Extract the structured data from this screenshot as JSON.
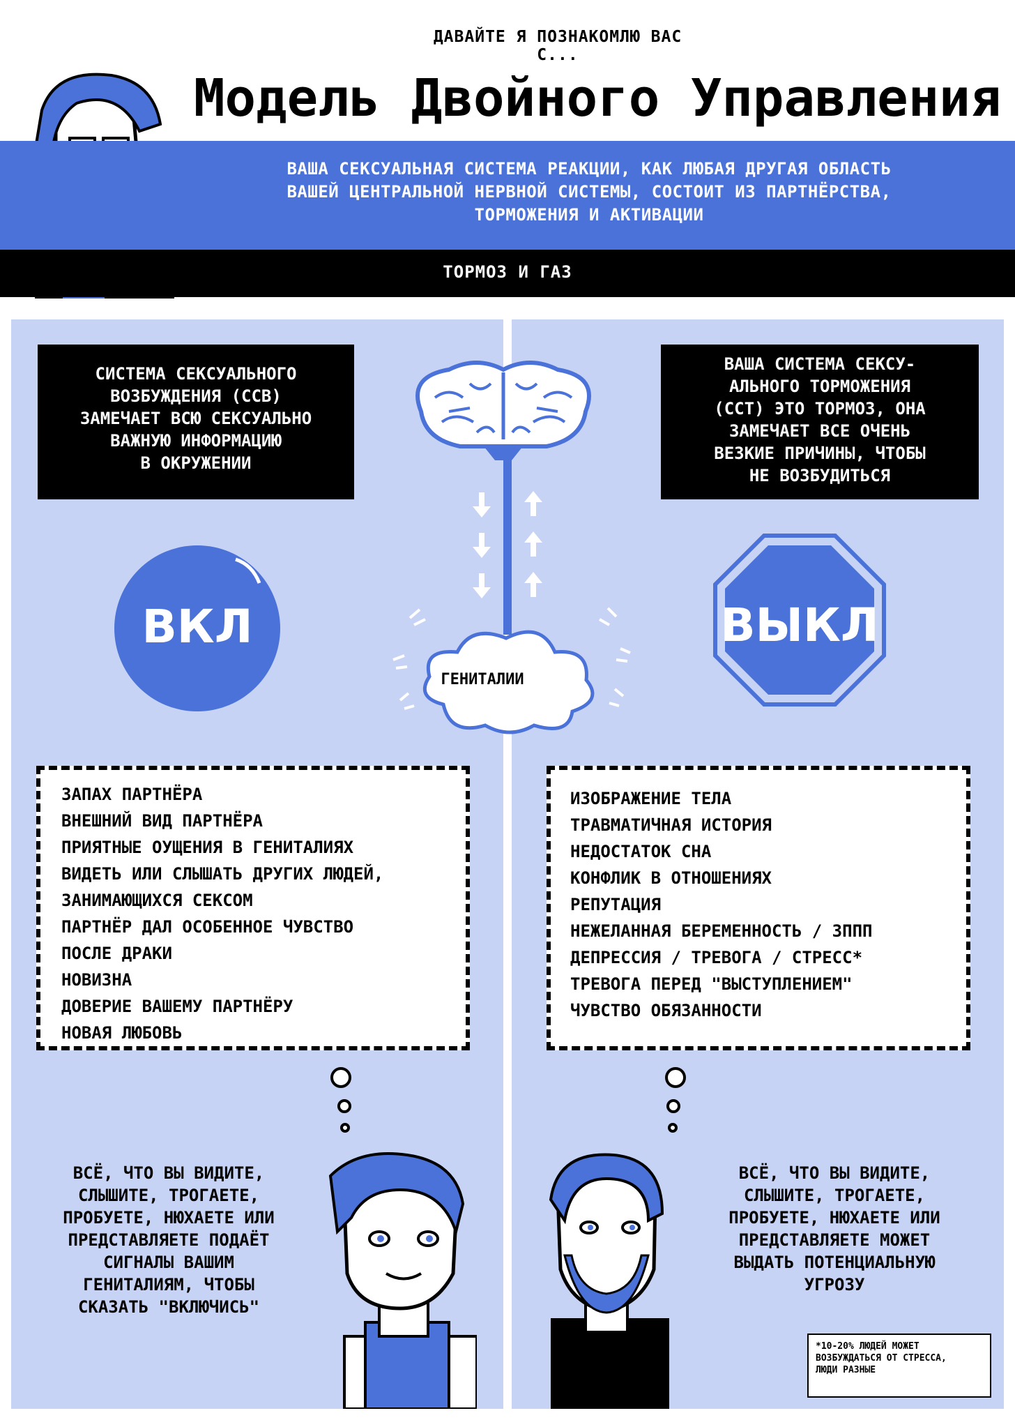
{
  "header": {
    "intro": "ДАВАЙТЕ Я ПОЗНАКОМЛЮ ВАС С...",
    "title": "Модель Двойного Управления",
    "subtitle_lines": [
      "ВАША СЕКСУАЛЬНАЯ СИСТЕМА РЕАКЦИИ, КАК ЛЮБАЯ ДРУГАЯ ОБЛАСТЬ",
      "ВАШЕЙ ЦЕНТРАЛЬНОЙ НЕРВНОЙ СИСТЕМЫ, СОСТОИТ ИЗ ПАРТНЁРСТВА,",
      "ТОРМОЖЕНИЯ И АКТИВАЦИИ"
    ],
    "section": "ТОРМОЗ И ГАЗ"
  },
  "left": {
    "box_lines": [
      "СИСТЕМА СЕКСУАЛЬНОГО",
      "ВОЗБУЖДЕНИЯ (ССВ)",
      "ЗАМЕЧАЕТ ВСЮ СЕКСУАЛЬНО",
      "ВАЖНУЮ ИНФОРМАЦИЮ",
      "В ОКРУЖЕНИИ"
    ],
    "button": "ВКЛ",
    "items": [
      "ЗАПАХ ПАРТНЁРА",
      "ВНЕШНИЙ ВИД ПАРТНЁРА",
      "ПРИЯТНЫЕ ОУЩЕНИЯ В ГЕНИТАЛИЯХ",
      "ВИДЕТЬ ИЛИ СЛЫШАТЬ ДРУГИХ ЛЮДЕЙ,",
      "ЗАНИМАЮЩИХСЯ СЕКСОМ",
      "ПАРТНЁР ДАЛ ОСОБЕННОЕ ЧУВСТВО",
      "ПОСЛЕ ДРАКИ",
      "НОВИЗНА",
      "ДОВЕРИЕ ВАШЕМУ ПАРТНЁРУ",
      "НОВАЯ ЛЮБОВЬ"
    ],
    "quote_lines": [
      "ВСЁ, ЧТО ВЫ ВИДИТЕ,",
      "СЛЫШИТЕ, ТРОГАЕТЕ,",
      "ПРОБУЕТЕ, НЮХАЕТЕ ИЛИ",
      "ПРЕДСТАВЛЯЕТЕ ПОДАЁТ",
      "СИГНАЛЫ ВАШИМ",
      "ГЕНИТАЛИЯМ, ЧТОБЫ",
      "СКАЗАТЬ \"ВКЛЮЧИСЬ\""
    ]
  },
  "center": {
    "genitals": "ГЕНИТАЛИИ"
  },
  "right": {
    "box_lines": [
      "ВАША СИСТЕМА СЕКСУ-",
      "АЛЬНОГО ТОРМОЖЕНИЯ",
      "(ССТ) ЭТО ТОРМОЗ, ОНА",
      "ЗАМЕЧАЕТ ВСЕ ОЧЕНЬ",
      "ВЕЗКИЕ ПРИЧИНЫ, ЧТОБЫ",
      "НЕ ВОЗБУДИТЬСЯ"
    ],
    "button": "ВЫКЛ",
    "items": [
      "ИЗОБРАЖЕНИЕ ТЕЛА",
      "ТРАВМАТИЧНАЯ ИСТОРИЯ",
      "НЕДОСТАТОК СНА",
      "КОНФЛИК В ОТНОШЕНИЯХ",
      "РЕПУТАЦИЯ",
      "НЕЖЕЛАННАЯ БЕРЕМЕННОСТЬ / ЗППП",
      "ДЕПРЕССИЯ / ТРЕВОГА / СТРЕСС*",
      "ТРЕВОГА ПЕРЕД \"ВЫСТУПЛЕНИЕМ\"",
      "ЧУВСТВО ОБЯЗАННОСТИ"
    ],
    "quote_lines": [
      "ВСЁ, ЧТО ВЫ ВИДИТЕ,",
      "СЛЫШИТЕ, ТРОГАЕТЕ,",
      "ПРОБУЕТЕ, НЮХАЕТЕ ИЛИ",
      "ПРЕДСТАВЛЯЕТЕ МОЖЕТ",
      "ВЫДАТЬ ПОТЕНЦИАЛЬНУЮ",
      "УГРОЗУ"
    ],
    "footnote_lines": [
      "*10-20% ЛЮДЕЙ МОЖЕТ",
      "ВОЗБУЖДАТЬСЯ ОТ СТРЕССА,",
      "ЛЮДИ РАЗНЫЕ"
    ]
  },
  "colors": {
    "accent": "#4a72d8",
    "panel": "#c7d3f4",
    "dark": "#000000"
  },
  "icons": [
    "brain-icon",
    "cloud-icon",
    "arrow-up-icon",
    "arrow-down-icon",
    "stop-sign-icon",
    "thought-bubble-icon"
  ]
}
